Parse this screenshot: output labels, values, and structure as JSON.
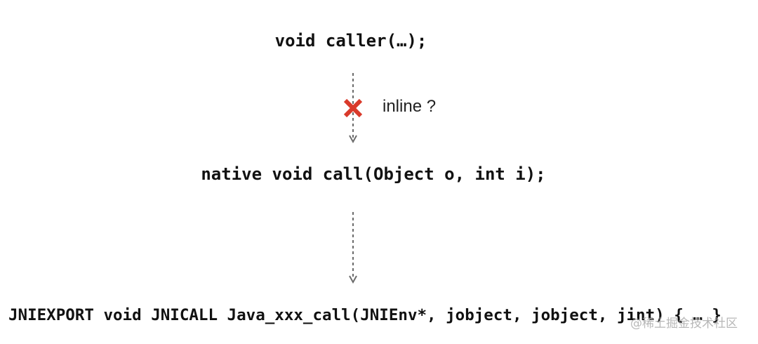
{
  "diagram": {
    "caller_code": "void caller(…);",
    "inline_label": "inline ?",
    "native_code": "native void call(Object o, int i);",
    "jni_code": "JNIEXPORT void JNICALL Java_xxx_call(JNIEnv*, jobject, jobject, jint) { … }",
    "watermark": "@稀土掘金技术社区",
    "cross_icon": "cross-icon",
    "colors": {
      "text": "#111111",
      "arrow": "#6b6b6b",
      "cross": "#d93a2b",
      "watermark": "#aaaaaa"
    }
  }
}
